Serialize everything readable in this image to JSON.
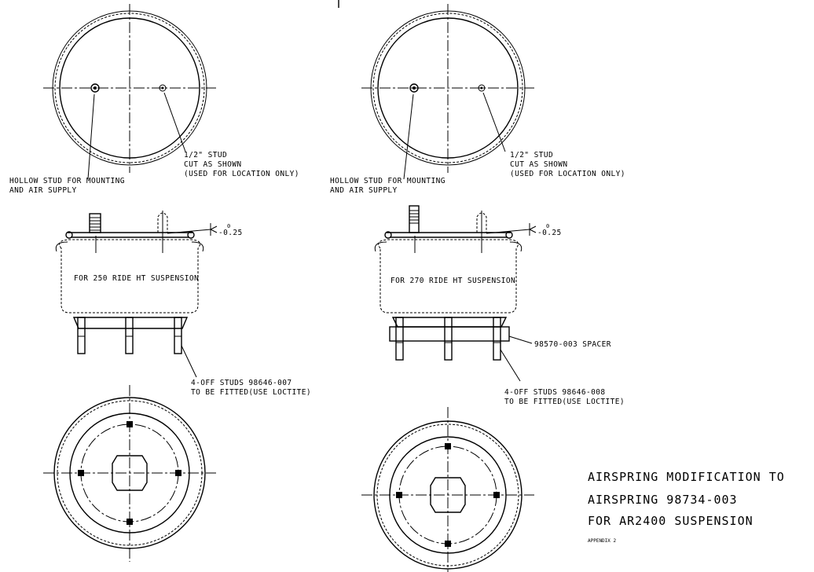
{
  "left_assembly": {
    "stud_note_line1": "1/2\" STUD",
    "stud_note_line2": "CUT AS SHOWN",
    "stud_note_line3": "(USED FOR LOCATION ONLY)",
    "hollow_note_line1": "HOLLOW STUD FOR MOUNTING",
    "hollow_note_line2": "AND AIR SUPPLY",
    "tolerance_top": "0",
    "tolerance_bottom": "-0.25",
    "body_label": "FOR 250 RIDE HT SUSPENSION",
    "studs_note_line1": "4-OFF STUDS 98646-007",
    "studs_note_line2": "TO BE FITTED(USE LOCTITE)"
  },
  "right_assembly": {
    "stud_note_line1": "1/2\" STUD",
    "stud_note_line2": "CUT AS SHOWN",
    "stud_note_line3": "(USED FOR LOCATION ONLY)",
    "hollow_note_line1": "HOLLOW STUD FOR MOUNTING",
    "hollow_note_line2": "AND AIR SUPPLY",
    "tolerance_top": "0",
    "tolerance_bottom": "-0.25",
    "body_label": "FOR 270 RIDE HT SUSPENSION",
    "spacer_label": "98570-003 SPACER",
    "studs_note_line1": "4-OFF STUDS 98646-008",
    "studs_note_line2": "TO BE FITTED(USE LOCTITE)"
  },
  "title_block": {
    "line1": "AIRSPRING MODIFICATION TO",
    "line2": "AIRSPRING 98734-003",
    "line3": "FOR AR2400 SUSPENSION",
    "appendix": "APPENDIX 2"
  }
}
